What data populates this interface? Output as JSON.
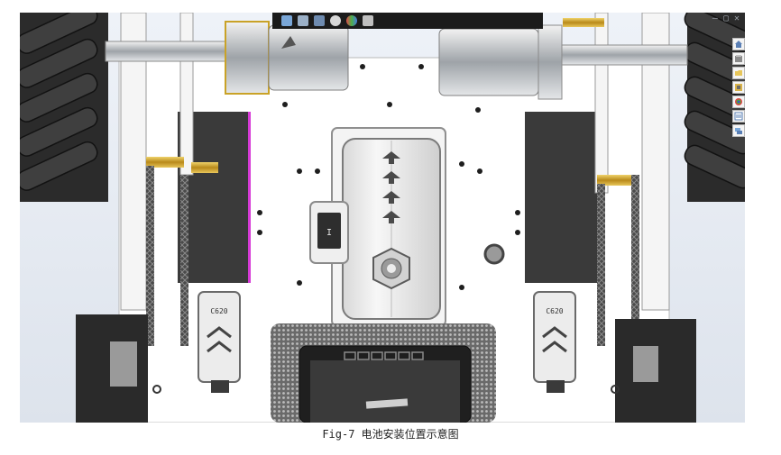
{
  "figure": {
    "caption": "Fig-7 电池安装位置示意图"
  },
  "toolbar": {
    "icons": [
      "zoom-icon",
      "section-view-icon",
      "display-style-icon",
      "appearance-icon",
      "scene-icon",
      "view-settings-icon"
    ]
  },
  "window_controls": {
    "minimize": "–",
    "restore": "▢",
    "close": "✕"
  },
  "task_pane": {
    "icons": [
      "home-icon",
      "3d-library-icon",
      "file-explorer-icon",
      "view-palette-icon",
      "appearances-icon",
      "custom-properties-icon",
      "forum-icon"
    ]
  },
  "model": {
    "battery_switch_label": "I",
    "esc_labels": [
      "C620",
      "C620"
    ],
    "colors": {
      "background_top": "#eef2f8",
      "background_bottom": "#dde3ec",
      "plate": "#ffffff",
      "dark_part": "#3a3a3a",
      "wheel": "#2b2b2b",
      "motor": "#c9ccd0",
      "brass": "#c9a227",
      "highlight_edge": "#d63ad6",
      "carbon": "#5b5b5b"
    }
  }
}
